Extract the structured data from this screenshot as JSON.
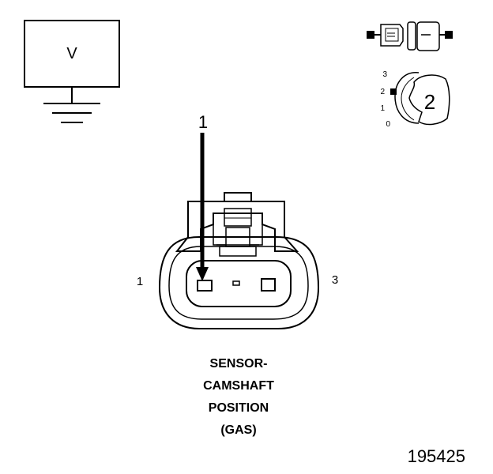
{
  "meter": {
    "label": "V"
  },
  "connector": {
    "pin_left": "1",
    "pin_right": "3",
    "callout": "1"
  },
  "selector": {
    "scale": [
      "3",
      "2",
      "1",
      "0"
    ],
    "value": "2"
  },
  "caption": [
    "SENSOR-",
    "CAMSHAFT",
    "POSITION",
    "(GAS)"
  ],
  "figure_id": "195425"
}
